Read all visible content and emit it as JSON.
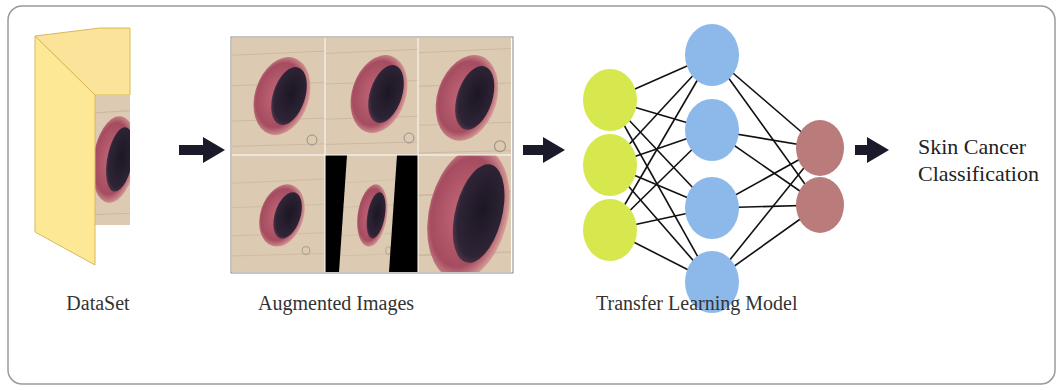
{
  "diagram": {
    "nodes": [
      {
        "text": [
          "DataSet"
        ]
      },
      {
        "text": [
          "Augmented Images"
        ]
      },
      {
        "text": [
          "Transfer Learning Model"
        ]
      },
      {
        "text": [
          "Skin Cancer Classification"
        ]
      }
    ],
    "edges": [
      {
        "from": 0,
        "to": 1,
        "arrow": "to"
      },
      {
        "from": 1,
        "to": 2,
        "arrow": "to"
      },
      {
        "from": 2,
        "to": 3,
        "arrow": "to"
      }
    ]
  }
}
